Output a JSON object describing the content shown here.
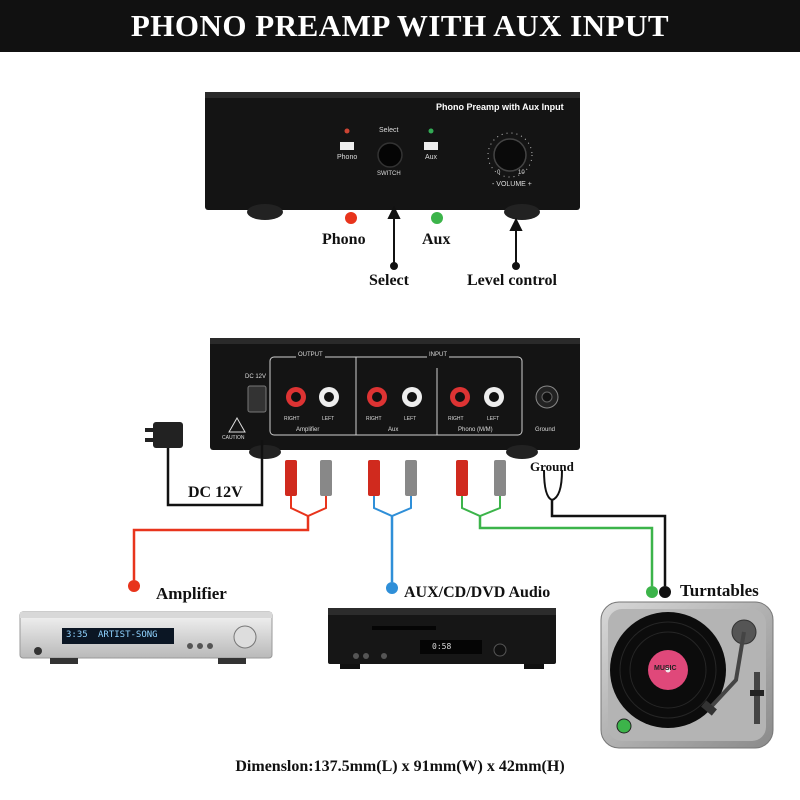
{
  "title": "PHONO PREAMP WITH AUX INPUT",
  "front_panel": {
    "brand_text": "Phono Preamp with Aux Input",
    "phono_button": "Phono",
    "select_text": "Select",
    "switch_text": "SWITCH",
    "aux_button": "Aux",
    "volume_text": "- VOLUME +",
    "dial_min": "0",
    "dial_max": "10"
  },
  "front_labels": {
    "phono": "Phono",
    "aux": "Aux",
    "select": "Select",
    "level_control": "Level control"
  },
  "back_panel": {
    "dc_text": "DC 12V",
    "output_text": "OUTPUT",
    "input_text": "INPUT",
    "amplifier_text": "Amplifier",
    "aux_text": "Aux",
    "phono_text": "Phono (M/M)",
    "right_text": "RIGHT",
    "left_text": "LEFT",
    "ground_text": "Ground",
    "caution_text": "CAUTION"
  },
  "connection_labels": {
    "dc": "DC 12V",
    "ground": "Ground",
    "amplifier": "Amplifier",
    "aux_device": "AUX/CD/DVD Audio",
    "turntables": "Turntables"
  },
  "devices": {
    "amp_display": "ARTIST-SONG",
    "amp_track": "3:35",
    "cd_display": "0:58",
    "record_label": "MUSIC"
  },
  "dimension": "Dimenslon:137.5mm(L) x 91mm(W) x 42mm(H)",
  "colors": {
    "phono_led": "#e8341c",
    "aux_led": "#3cb44a",
    "amplifier_wire": "#e8341c",
    "aux_wire": "#2f8fd8",
    "turntable_wire": "#3cb44a",
    "ground_wire": "#111111"
  }
}
